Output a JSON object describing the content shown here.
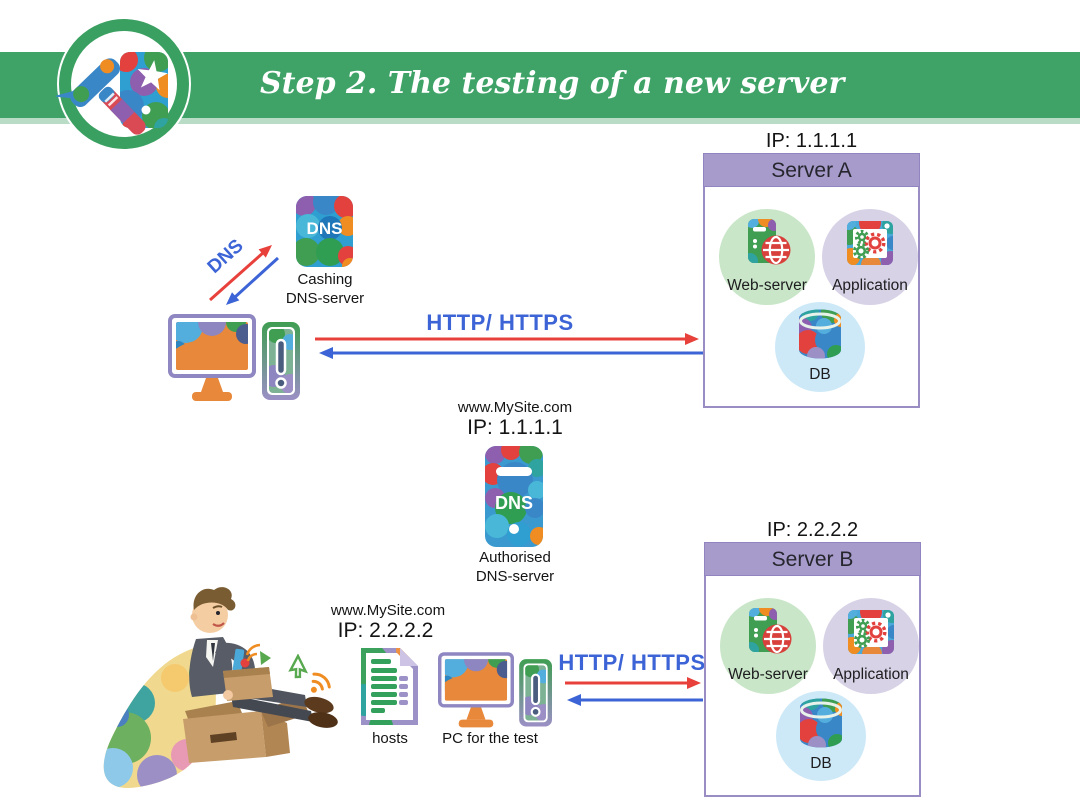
{
  "header": {
    "title": "Step 2. The testing of a new server"
  },
  "top_flow": {
    "dns_arrow_label": "DNS",
    "caching_dns_icon_text": "DNS",
    "caching_dns_label_1": "Cashing",
    "caching_dns_label_2": "DNS-server",
    "http_label": "HTTP/ HTTPS"
  },
  "server_a": {
    "ip": "IP: 1.1.1.1",
    "name": "Server A",
    "components": [
      {
        "label": "Web-server"
      },
      {
        "label": "Application"
      },
      {
        "label": "DB"
      }
    ]
  },
  "server_b": {
    "ip": "IP: 2.2.2.2",
    "name": "Server B",
    "components": [
      {
        "label": "Web-server"
      },
      {
        "label": "Application"
      },
      {
        "label": "DB"
      }
    ]
  },
  "authoritative_dns": {
    "domain": "www.MySite.com",
    "ip": "IP: 1.1.1.1",
    "icon_text": "DNS",
    "label_1": "Authorised",
    "label_2": "DNS-server"
  },
  "bottom_flow": {
    "domain": "www.MySite.com",
    "ip": "IP: 2.2.2.2",
    "hosts_label": "hosts",
    "pc_label": "PC for the test",
    "http_label": "HTTP/ HTTPS"
  },
  "icons": {
    "logo": "hammer-tool-logo",
    "dns_server": "dns-server-icon",
    "client_pc": "desktop-pc-icon",
    "hosts_file": "hosts-file-icon",
    "web_server": "webserver-globe-icon",
    "application": "gears-window-icon",
    "database": "db-cylinder-icon",
    "person": "man-with-box-illustration",
    "cursor": "cursor-arrow-icon",
    "wifi": "wifi-icon"
  },
  "colors": {
    "band_green": "#3fa368",
    "band_strip": "#b9dcc6",
    "arrow_red": "#e8403a",
    "arrow_blue": "#3c64d6",
    "server_header": "#a79bcb",
    "server_border": "#9a8dc4",
    "circle_green": "#c9e6c8",
    "circle_purple": "#d8d2e6",
    "circle_blue": "#cde9f8"
  }
}
